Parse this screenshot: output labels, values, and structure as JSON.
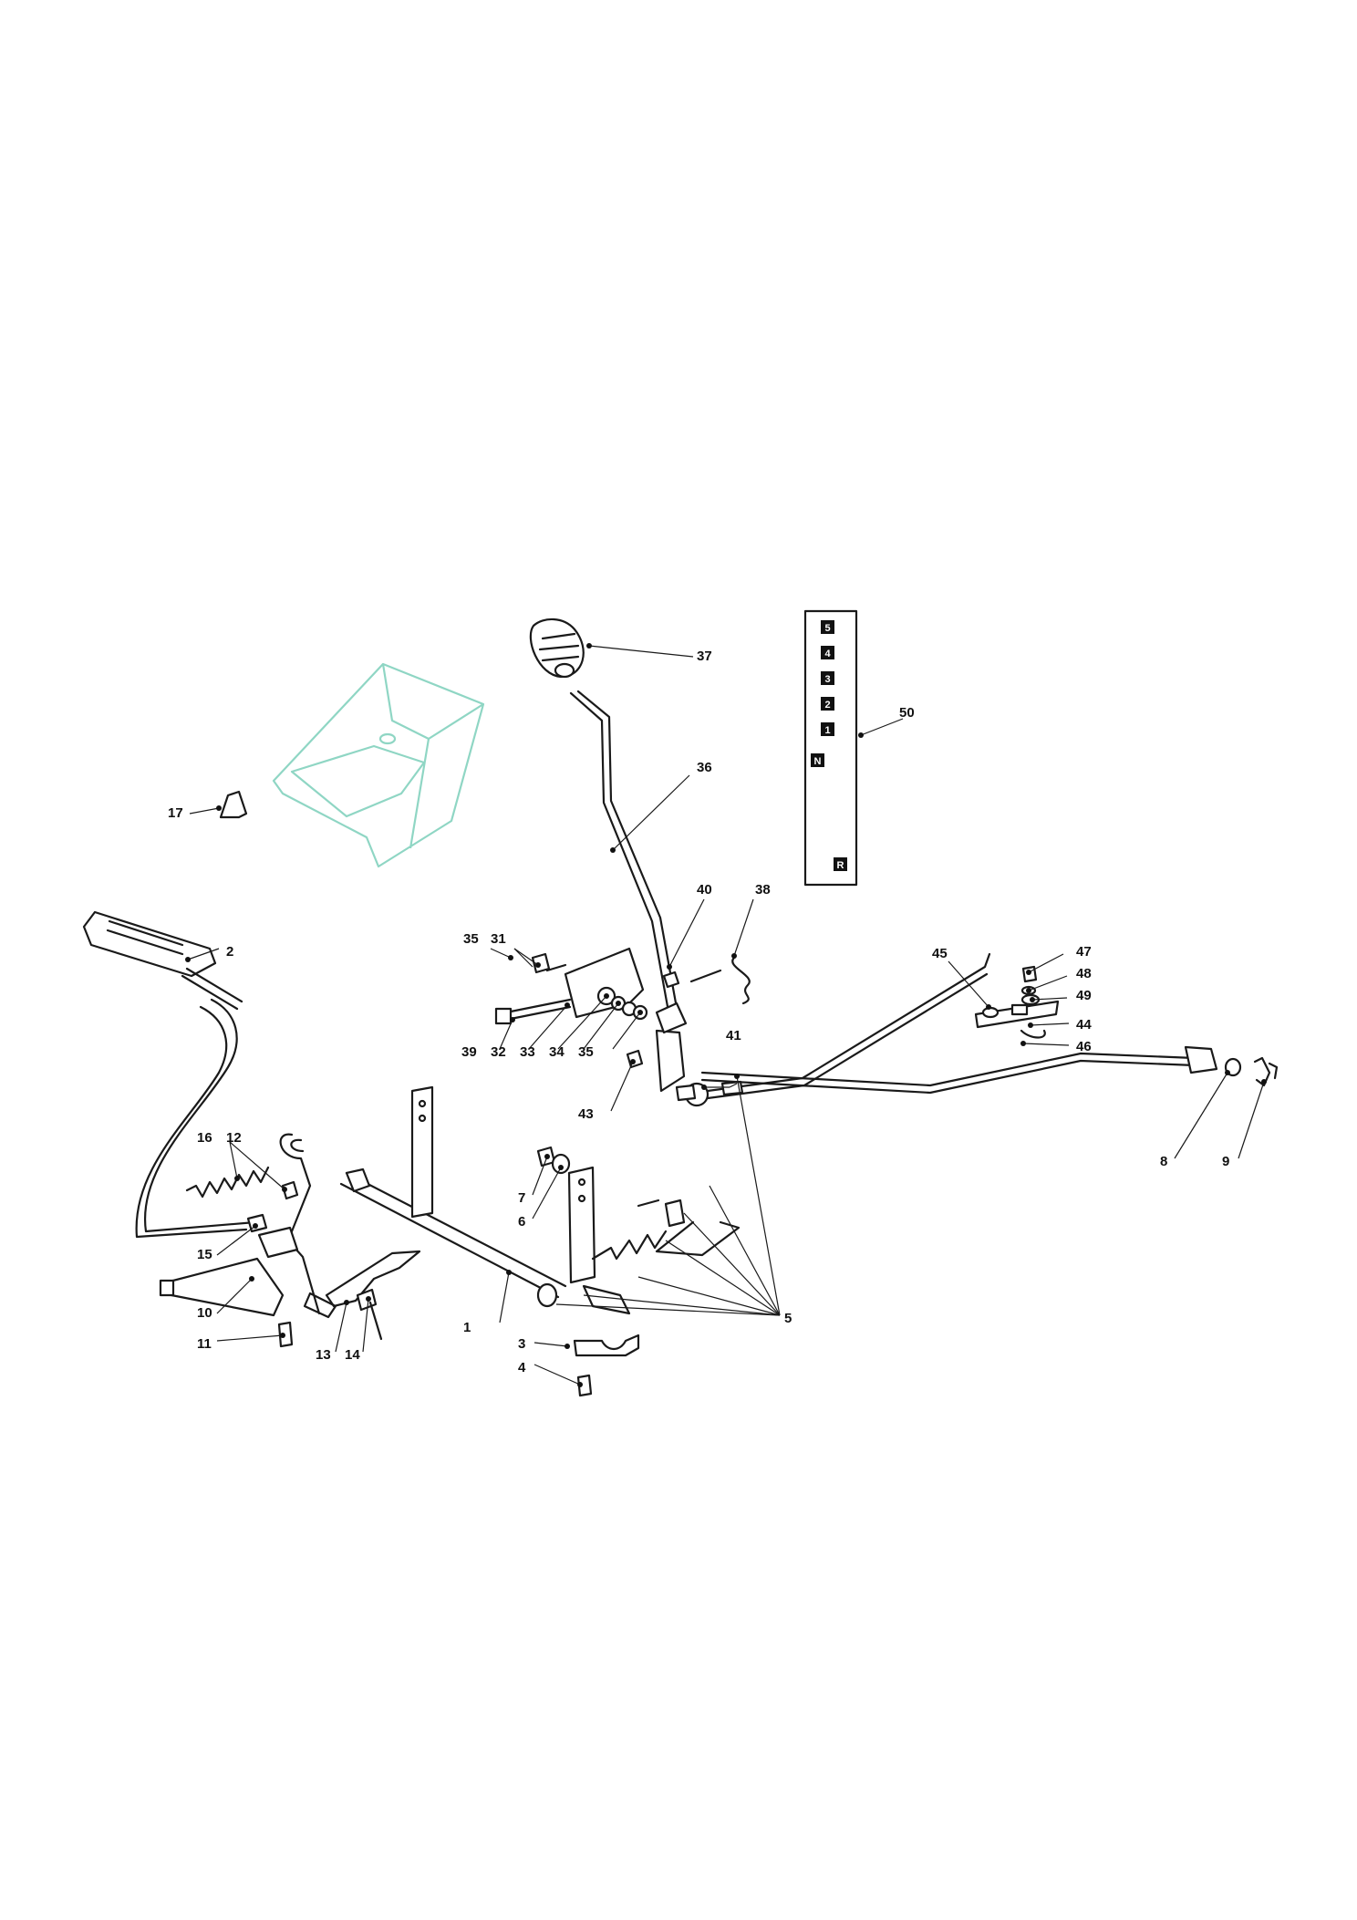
{
  "parts": [
    {
      "id": "p1",
      "label": "1"
    },
    {
      "id": "p2",
      "label": "2"
    },
    {
      "id": "p3",
      "label": "3"
    },
    {
      "id": "p4",
      "label": "4"
    },
    {
      "id": "p5",
      "label": "5"
    },
    {
      "id": "p6",
      "label": "6"
    },
    {
      "id": "p7",
      "label": "7"
    },
    {
      "id": "p8",
      "label": "8"
    },
    {
      "id": "p9",
      "label": "9"
    },
    {
      "id": "p10",
      "label": "10"
    },
    {
      "id": "p11",
      "label": "11"
    },
    {
      "id": "p12",
      "label": "12"
    },
    {
      "id": "p13",
      "label": "13"
    },
    {
      "id": "p14",
      "label": "14"
    },
    {
      "id": "p15",
      "label": "15"
    },
    {
      "id": "p16",
      "label": "16"
    },
    {
      "id": "p17",
      "label": "17"
    },
    {
      "id": "p31",
      "label": "31"
    },
    {
      "id": "p32",
      "label": "32"
    },
    {
      "id": "p33",
      "label": "33"
    },
    {
      "id": "p34",
      "label": "34"
    },
    {
      "id": "p35a",
      "label": "35"
    },
    {
      "id": "p35b",
      "label": "35"
    },
    {
      "id": "p36",
      "label": "36"
    },
    {
      "id": "p37",
      "label": "37"
    },
    {
      "id": "p38",
      "label": "38"
    },
    {
      "id": "p39",
      "label": "39"
    },
    {
      "id": "p40",
      "label": "40"
    },
    {
      "id": "p41",
      "label": "41"
    },
    {
      "id": "p43",
      "label": "43"
    },
    {
      "id": "p44",
      "label": "44"
    },
    {
      "id": "p45",
      "label": "45"
    },
    {
      "id": "p46",
      "label": "46"
    },
    {
      "id": "p47",
      "label": "47"
    },
    {
      "id": "p48",
      "label": "48"
    },
    {
      "id": "p49",
      "label": "49"
    },
    {
      "id": "p50",
      "label": "50"
    }
  ],
  "gear_plate": {
    "positions": [
      "5",
      "4",
      "3",
      "2",
      "1",
      "N",
      "R"
    ]
  },
  "colors": {
    "line": "#1a1a1a",
    "ghost_part": "#8fd6c4",
    "background": "#ffffff"
  }
}
